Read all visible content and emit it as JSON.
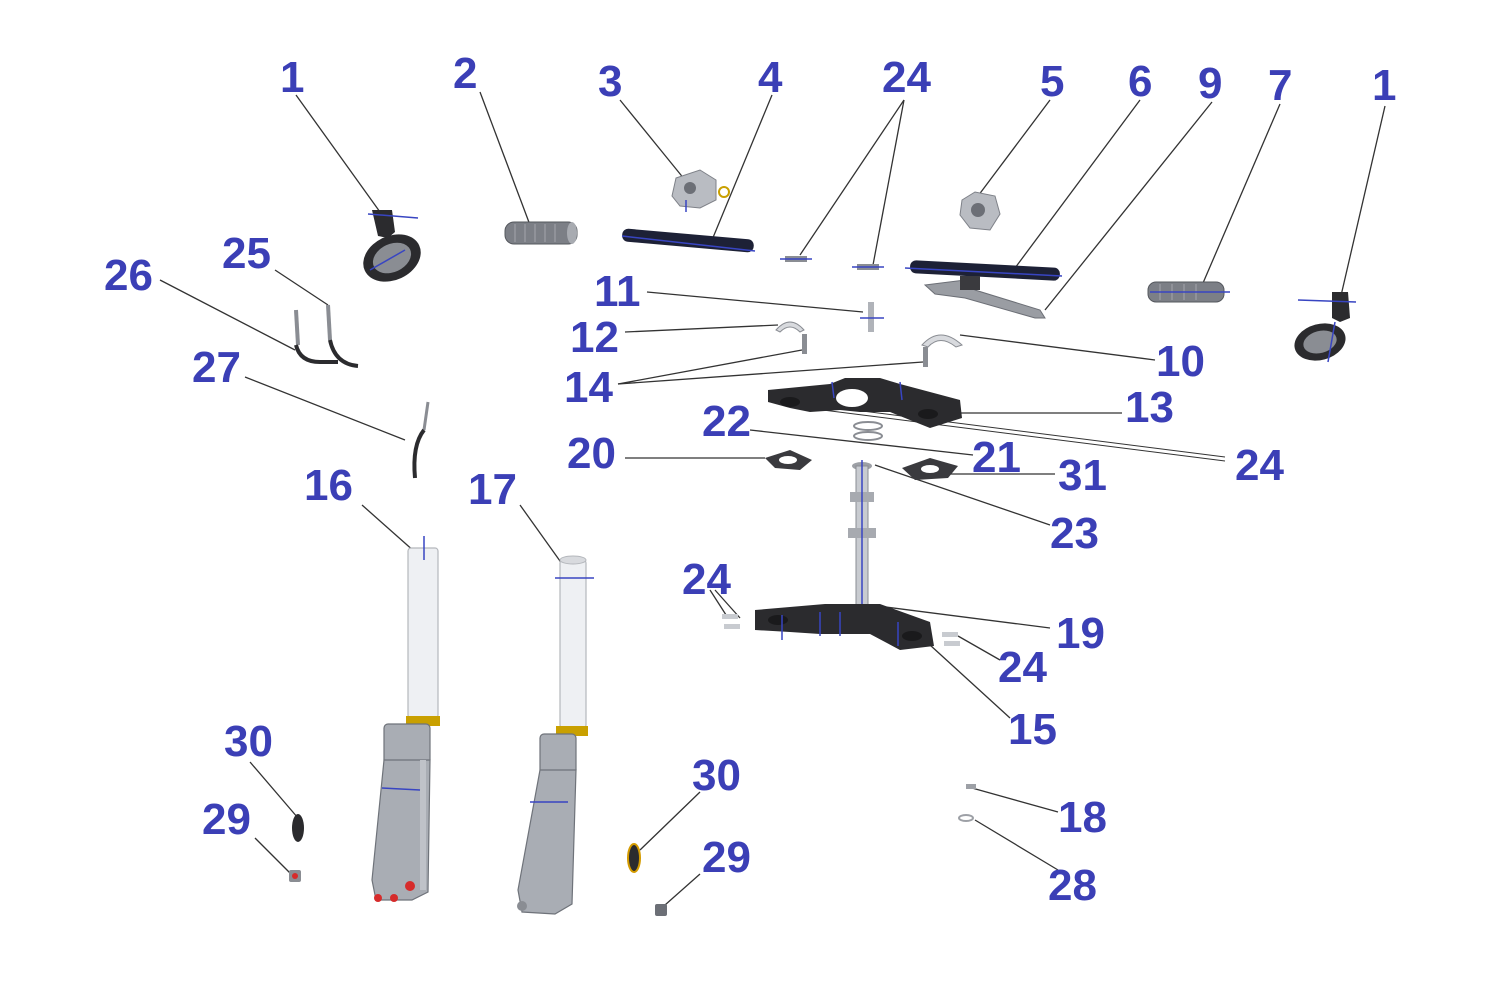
{
  "diagram": {
    "callouts": [
      "1",
      "2",
      "3",
      "4",
      "24",
      "5",
      "6",
      "9",
      "7",
      "1",
      "25",
      "26",
      "11",
      "12",
      "10",
      "14",
      "13",
      "22",
      "21",
      "24",
      "20",
      "31",
      "27",
      "23",
      "16",
      "17",
      "24",
      "19",
      "24",
      "15",
      "30",
      "30",
      "29",
      "29",
      "18",
      "28"
    ]
  },
  "colors": {
    "callout_text": "#3b3fb6",
    "part_dark": "#2b2b2e",
    "fork_tube": "#eef0f3",
    "fork_slider": "#a9adb4",
    "seal_ring": "#c9a000",
    "centerline_marks": "#3845c2"
  }
}
